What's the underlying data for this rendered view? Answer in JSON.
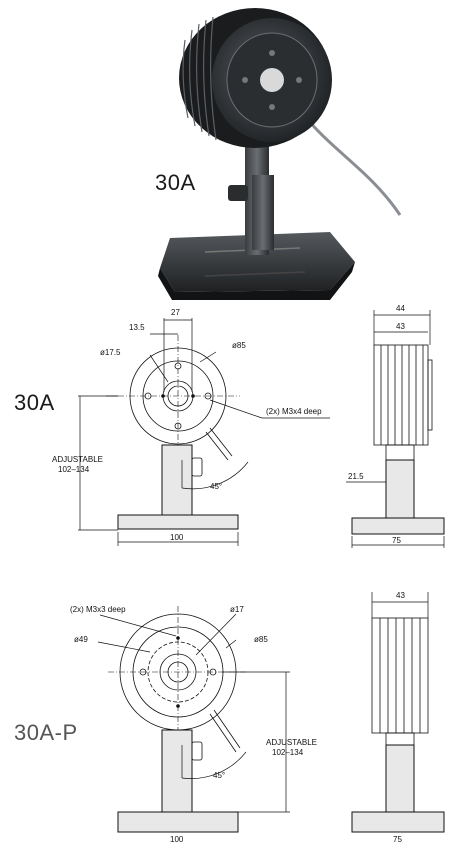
{
  "photo": {
    "label": "30A"
  },
  "drawing_30a": {
    "label": "30A",
    "front": {
      "dim_27": "27",
      "dim_13_5": "13.5",
      "dia_17_5": "ø17.5",
      "dia_85": "ø85",
      "holes": "(2x) M3x4 deep",
      "adjustable_1": "ADJUSTABLE",
      "adjustable_2": "102–134",
      "angle": "45°",
      "width": "100"
    },
    "side": {
      "dim_44": "44",
      "dim_43": "43",
      "dim_21_5": "21.5",
      "width": "75"
    }
  },
  "drawing_30ap": {
    "label": "30A-P",
    "front": {
      "holes": "(2x) M3x3 deep",
      "dia_17": "ø17",
      "dia_49": "ø49",
      "dia_85": "ø85",
      "adjustable_1": "ADJUSTABLE",
      "adjustable_2": "102–134",
      "angle": "45°",
      "width": "100"
    },
    "side": {
      "dim_43": "43",
      "width": "75"
    }
  }
}
